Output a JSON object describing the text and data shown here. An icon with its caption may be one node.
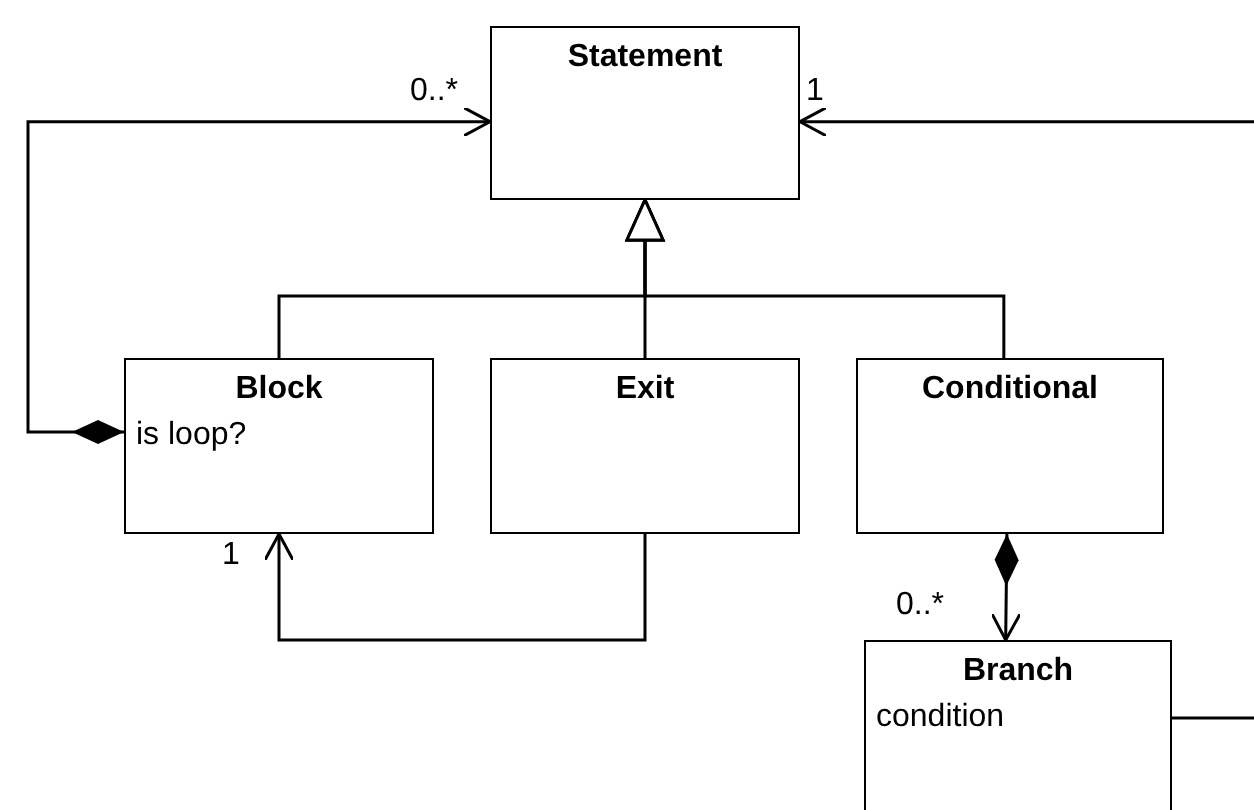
{
  "diagram": {
    "nodes": [
      {
        "text": [
          "Statement"
        ]
      },
      {
        "text": [
          "Block",
          "is loop?"
        ]
      },
      {
        "text": [
          "Exit"
        ]
      },
      {
        "text": [
          "Conditional"
        ]
      },
      {
        "text": [
          "Branch",
          "condition"
        ]
      }
    ],
    "edges": [
      {
        "from": 1,
        "to": 0,
        "arrow": "to"
      },
      {
        "from": null,
        "to": 0,
        "arrow": "to"
      },
      {
        "from": 1,
        "to": 0,
        "arrow": "to"
      },
      {
        "from": 2,
        "to": 0,
        "arrow": "to"
      },
      {
        "from": 3,
        "to": 0,
        "arrow": "to"
      },
      {
        "from": 2,
        "to": 1,
        "arrow": "to"
      },
      {
        "from": 3,
        "to": 4,
        "arrow": "to"
      },
      {
        "from": 4,
        "to": null,
        "arrow": "none"
      }
    ],
    "labels": [
      "0..*",
      "1",
      "1",
      "0..*"
    ]
  }
}
